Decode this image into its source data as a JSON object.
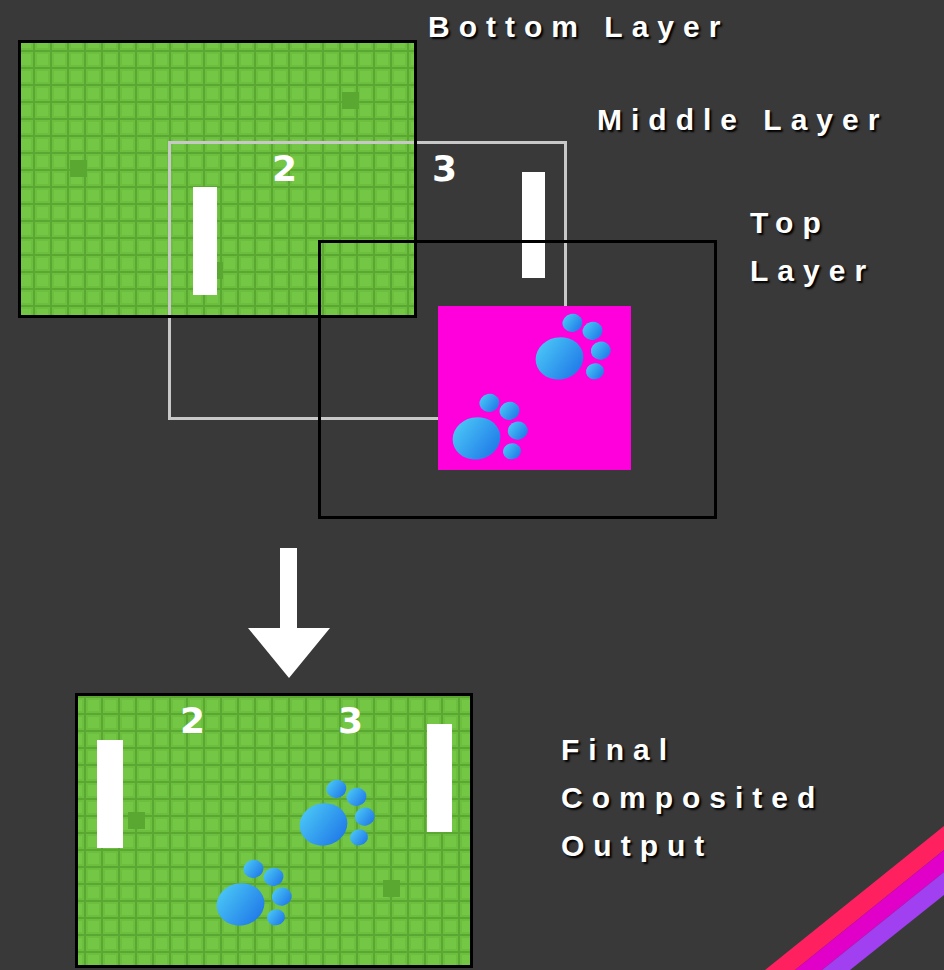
{
  "diagram": {
    "nodes": [
      {
        "text": [
          "Bottom Layer"
        ]
      },
      {
        "text": [
          "Middle Layer"
        ]
      },
      {
        "text": [
          "Top Layer"
        ]
      },
      {
        "text": [
          "Final Composited Output"
        ]
      }
    ],
    "labels": [
      "2",
      "3",
      "2",
      "3"
    ]
  }
}
